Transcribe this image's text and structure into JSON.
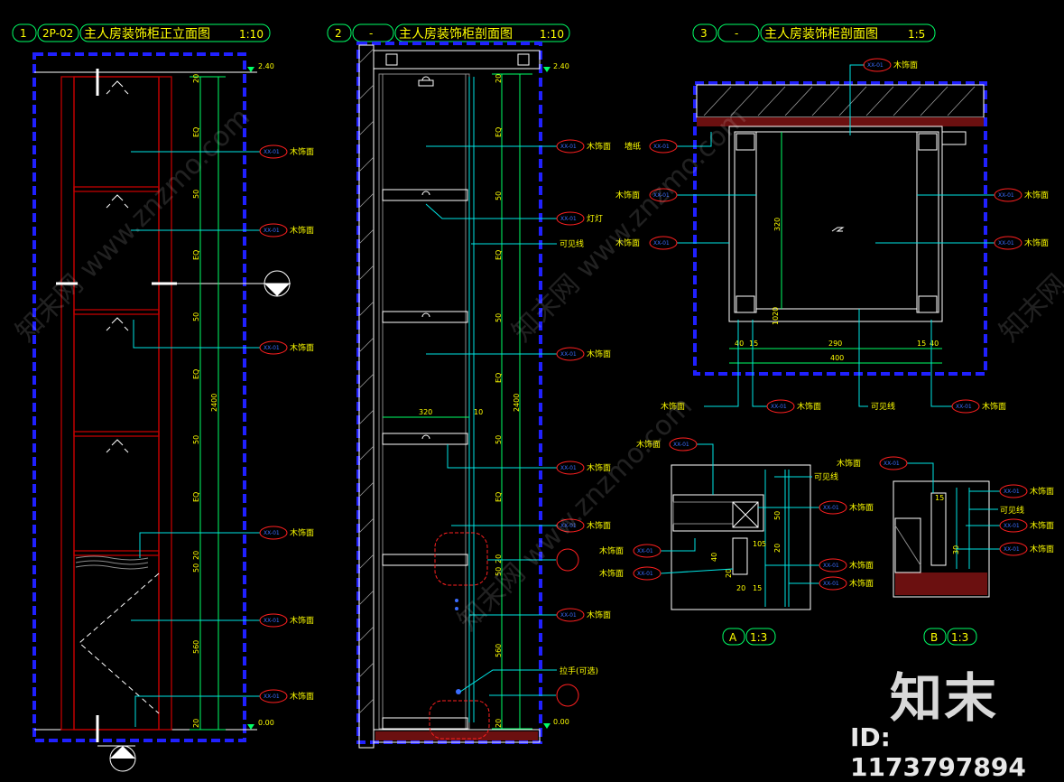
{
  "drawings": [
    {
      "num": "1",
      "code": "2P-02",
      "title": "主人房装饰柜正立面图",
      "scale": "1:10"
    },
    {
      "num": "2",
      "code": "-",
      "title": "主人房装饰柜剖面图",
      "scale": "1:10"
    },
    {
      "num": "3",
      "code": "-",
      "title": "主人房装饰柜剖面图",
      "scale": "1:5"
    }
  ],
  "details": [
    {
      "label": "A",
      "scale": "1:3"
    },
    {
      "label": "B",
      "scale": "1:3"
    }
  ],
  "levels": {
    "top": "2.40",
    "bottom": "0.00"
  },
  "dims_v1": [
    "20",
    "EQ",
    "50",
    "EQ",
    "50",
    "EQ",
    "50",
    "EQ",
    "20",
    "50",
    "560",
    "20",
    "2400"
  ],
  "dims_v2": [
    "20",
    "EQ",
    "50",
    "EQ",
    "50",
    "EQ",
    "50",
    "EQ",
    "20",
    "50",
    "560",
    "20",
    "2400"
  ],
  "dims_s3": {
    "height": "320",
    "bottom_a": "10",
    "bottom_b": "20",
    "row1": [
      "40",
      "15",
      "290",
      "15",
      "40"
    ],
    "total": "400"
  },
  "dim_320": "320",
  "dim_10": "10",
  "detail_dims": {
    "a": [
      "50",
      "10",
      "5",
      "20",
      "40",
      "20",
      "15",
      "20"
    ],
    "b": [
      "15",
      "30"
    ]
  },
  "bubble_code": "XX-01",
  "labels": {
    "wood": "木饰面",
    "light": "灯灯",
    "visible": "可见线",
    "wall": "墙纸",
    "handle": "拉手(可选)"
  },
  "watermark": "知末网 www.znzmo.com",
  "logo": "知末",
  "id": "ID: 1173797894"
}
